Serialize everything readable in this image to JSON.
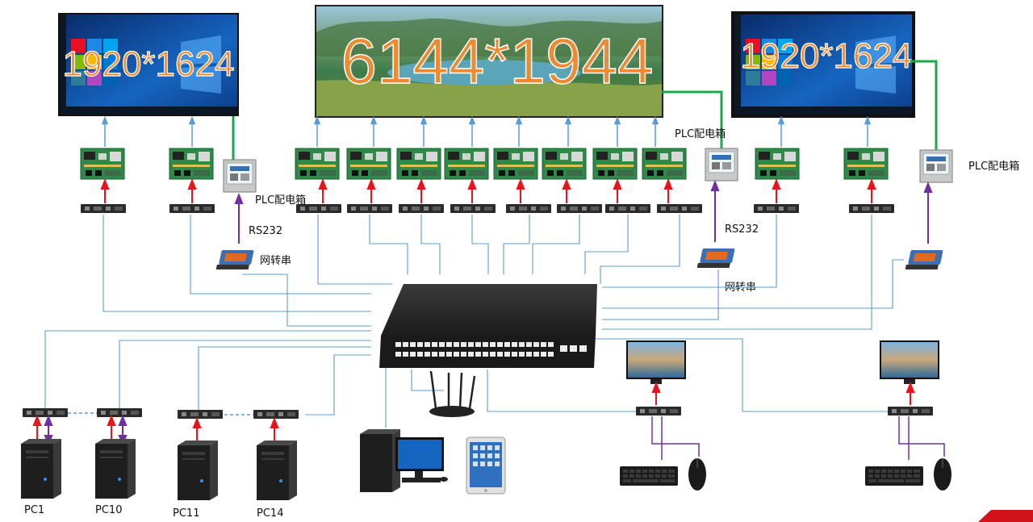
{
  "displays": {
    "left_resolution": "1920*1624",
    "center_resolution": "6144*1944",
    "right_resolution": "1920*1624"
  },
  "labels": {
    "plc_box": "PLC配电箱",
    "rs232": "RS232",
    "serial_converter": "网转串"
  },
  "pcs": {
    "pc1": "PC1",
    "pc10": "PC10",
    "pc11": "PC11",
    "pc14": "PC14"
  },
  "colors": {
    "network_line": "#5b9bd5",
    "video_arrow": "#e8141c",
    "serial_line": "#7030a0",
    "power_line": "#1aa84a",
    "resolution_text": "#f08a30",
    "accent": "#d0121b"
  }
}
